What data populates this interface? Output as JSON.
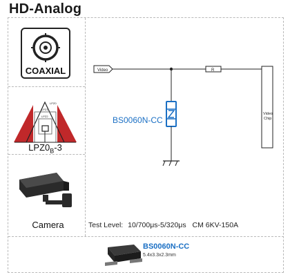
{
  "title": "HD-Analog",
  "sidebar": {
    "coaxial": {
      "label": "COAXIAL"
    },
    "lpz": {
      "label_main": "LPZ0",
      "label_sub": "B",
      "label_suffix": "-3",
      "inner_labels": {
        "outer": "LPZ0",
        "mid": "LPZ1",
        "inner": "LPZ2"
      }
    },
    "camera": {
      "label": "Camera"
    }
  },
  "schematic": {
    "input_tag": "Video",
    "resistor_label": "R",
    "chip_label_1": "Video",
    "chip_label_2": "Chip",
    "device_label": "BS0060N-CC"
  },
  "test_level": {
    "label": "Test Level:",
    "value": "10/700μs-5/320μs",
    "cm": "CM 6KV-150A"
  },
  "package": {
    "name": "BS0060N-CC",
    "dims": "5.4x3.3x2.3mm"
  },
  "colors": {
    "accent_blue": "#1a6fc4",
    "lpz_red": "#c0282a"
  }
}
